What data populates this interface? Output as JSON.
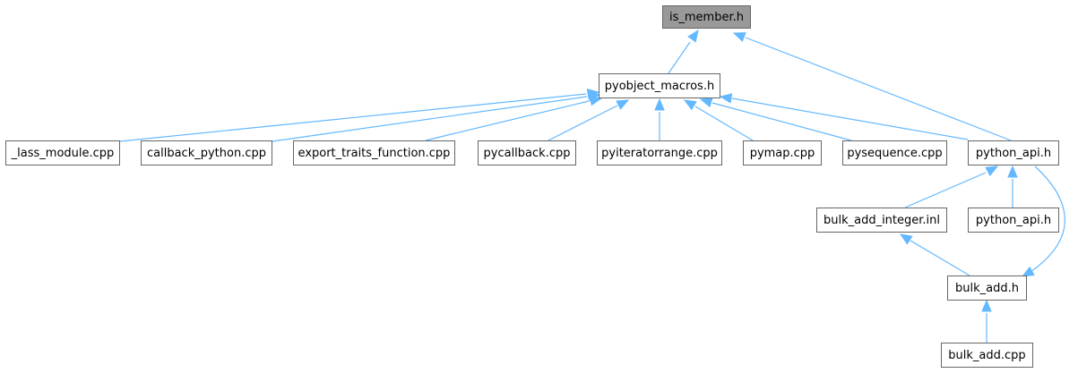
{
  "graph": {
    "colors": {
      "edge": "#63b8ff",
      "root_fill": "#999999",
      "node_fill": "#ffffff",
      "node_border": "#666666"
    },
    "nodes": {
      "is_member": "is_member.h",
      "pyobject_macros": "pyobject_macros.h",
      "lass_module": "_lass_module.cpp",
      "callback_python": "callback_python.cpp",
      "export_traits_function": "export_traits_function.cpp",
      "pycallback": "pycallback.cpp",
      "pyiteratorrange": "pyiteratorrange.cpp",
      "pymap": "pymap.cpp",
      "pysequence": "pysequence.cpp",
      "python_api": "python_api.h",
      "bulk_add_integer": "bulk_add_integer.inl",
      "python_api_2": "python_api.h",
      "bulk_add_h": "bulk_add.h",
      "bulk_add_cpp": "bulk_add.cpp"
    },
    "edges": [
      {
        "from": "pyobject_macros",
        "to": "is_member"
      },
      {
        "from": "python_api",
        "to": "is_member"
      },
      {
        "from": "lass_module",
        "to": "pyobject_macros"
      },
      {
        "from": "callback_python",
        "to": "pyobject_macros"
      },
      {
        "from": "export_traits_function",
        "to": "pyobject_macros"
      },
      {
        "from": "pycallback",
        "to": "pyobject_macros"
      },
      {
        "from": "pyiteratorrange",
        "to": "pyobject_macros"
      },
      {
        "from": "pymap",
        "to": "pyobject_macros"
      },
      {
        "from": "pysequence",
        "to": "pyobject_macros"
      },
      {
        "from": "python_api",
        "to": "pyobject_macros"
      },
      {
        "from": "bulk_add_integer",
        "to": "python_api"
      },
      {
        "from": "python_api_2",
        "to": "python_api"
      },
      {
        "from": "bulk_add_h",
        "to": "python_api"
      },
      {
        "from": "bulk_add_h",
        "to": "bulk_add_integer"
      },
      {
        "from": "bulk_add_cpp",
        "to": "bulk_add_h"
      }
    ]
  }
}
